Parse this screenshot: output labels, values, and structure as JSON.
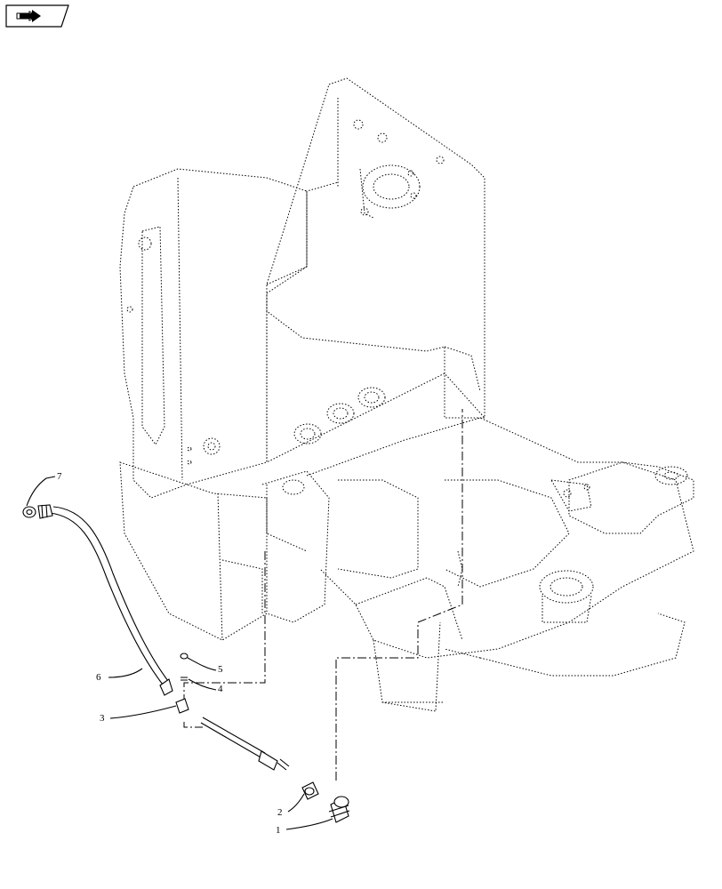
{
  "diagram": {
    "nav_icon": "next-page-arrow-icon",
    "callouts": [
      {
        "id": "7",
        "label": "7"
      },
      {
        "id": "6",
        "label": "6"
      },
      {
        "id": "5",
        "label": "5"
      },
      {
        "id": "4",
        "label": "4"
      },
      {
        "id": "3",
        "label": "3"
      },
      {
        "id": "2",
        "label": "2"
      },
      {
        "id": "1",
        "label": "1"
      }
    ]
  }
}
